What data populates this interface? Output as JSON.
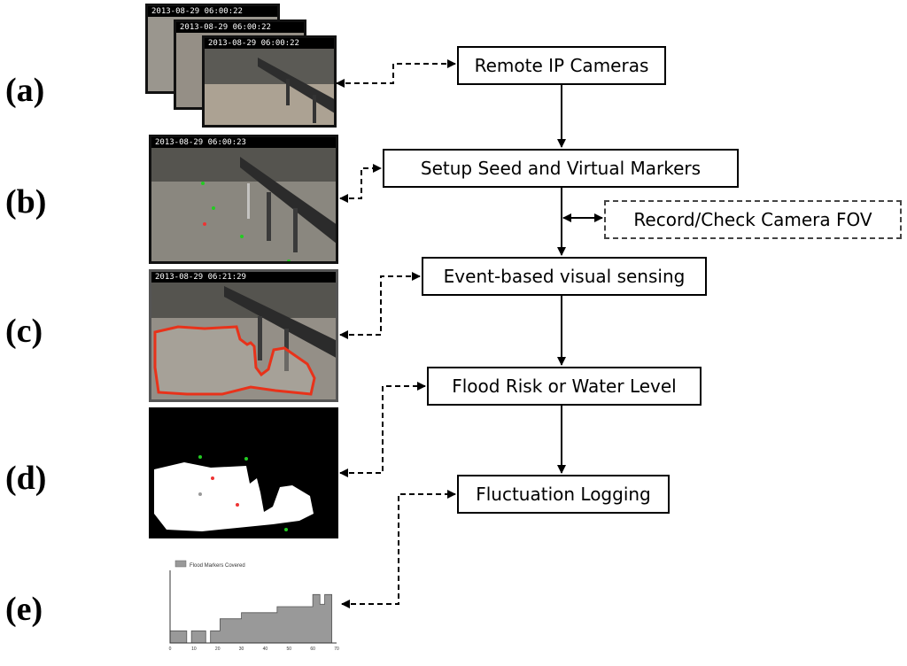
{
  "labels": [
    "(a)",
    "(b)",
    "(c)",
    "(d)",
    "(e)"
  ],
  "steps": {
    "cameras": "Remote IP Cameras",
    "setup": "Setup Seed and Virtual Markers",
    "fov": "Record/Check Camera FOV",
    "sensing": "Event-based visual sensing",
    "flood": "Flood Risk or Water Level",
    "logging": "Fluctuation Logging"
  },
  "timestamps": {
    "a1": "2013-08-29 06:00:22",
    "a2": "2013-08-29 06:00:22",
    "a3": "2013-08-29 06:00:22",
    "b": "2013-08-29 06:00:23",
    "c": "2013-08-29 06:21:29"
  },
  "chart_legend": "Flood Markers Covered",
  "colors": {
    "contour": "#e8321a",
    "seed_red": "#e33",
    "marker_green": "#2c2",
    "chart_fill": "#999999"
  },
  "chart_data": {
    "type": "area",
    "legend": [
      "Flood Markers Covered"
    ],
    "x": [
      0,
      7,
      7,
      9,
      9,
      15,
      15,
      17,
      17,
      21,
      21,
      30,
      30,
      45,
      45,
      60,
      60,
      63,
      63,
      65,
      65,
      68
    ],
    "values": [
      1,
      1,
      0,
      0,
      1,
      1,
      0,
      0,
      1,
      1,
      2,
      2,
      2.5,
      2.5,
      3,
      3,
      4,
      4,
      3.2,
      3.2,
      4,
      4
    ],
    "xlim": [
      0,
      70
    ],
    "ylim": [
      0,
      6
    ],
    "xticks": [
      "0",
      "10",
      "20",
      "30",
      "40",
      "50",
      "60",
      "70"
    ]
  }
}
